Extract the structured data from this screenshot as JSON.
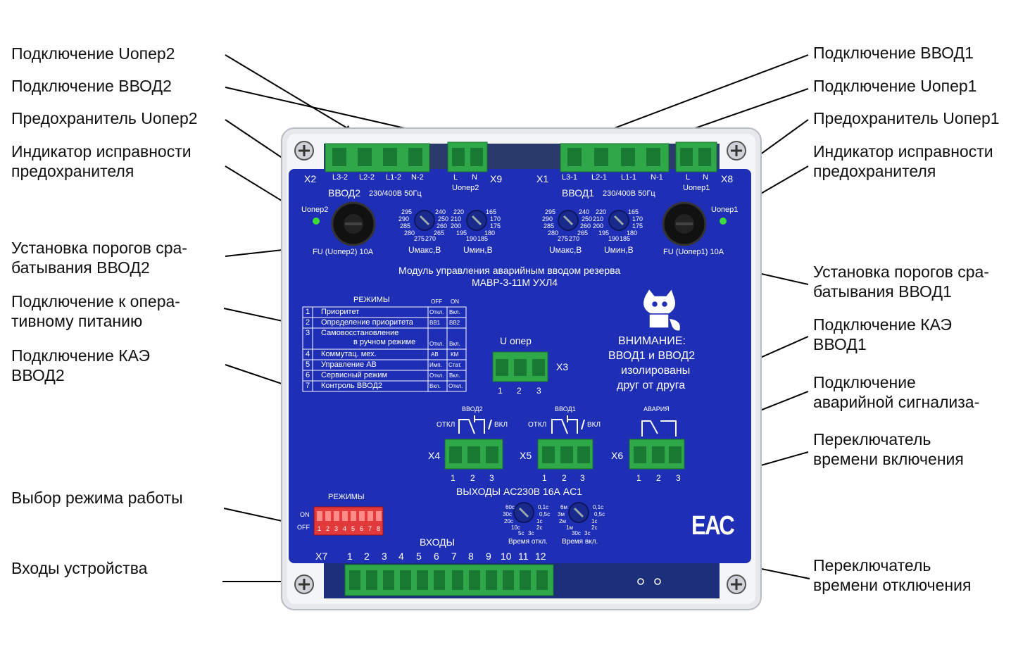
{
  "callouts_left": [
    {
      "id": "conn-uoper2",
      "line1": "Подключение Uопер2",
      "line2": ""
    },
    {
      "id": "conn-vvod2",
      "line1": "Подключение ВВОД2",
      "line2": ""
    },
    {
      "id": "fuse-uoper2",
      "line1": "Предохранитель Uопер2",
      "line2": ""
    },
    {
      "id": "fuse-indicator-2",
      "line1": "Индикатор исправности",
      "line2": "предохранителя"
    },
    {
      "id": "threshold-vvod2",
      "line1": "Установка порогов сра-",
      "line2": "батывания ВВОД2"
    },
    {
      "id": "oper-power",
      "line1": "Подключение к опера-",
      "line2": "тивному питанию"
    },
    {
      "id": "kae-vvod2",
      "line1": "Подключение КАЭ",
      "line2": "ВВОД2"
    },
    {
      "id": "mode-select",
      "line1": "Выбор режима работы",
      "line2": ""
    },
    {
      "id": "device-inputs",
      "line1": "Входы устройства",
      "line2": ""
    }
  ],
  "callouts_right": [
    {
      "id": "conn-vvod1",
      "line1": "Подключение ВВОД1",
      "line2": ""
    },
    {
      "id": "conn-uoper1",
      "line1": "Подключение Uопер1",
      "line2": ""
    },
    {
      "id": "fuse-uoper1",
      "line1": "Предохранитель Uопер1",
      "line2": ""
    },
    {
      "id": "fuse-indicator-1",
      "line1": "Индикатор исправности",
      "line2": "предохранителя"
    },
    {
      "id": "threshold-vvod1",
      "line1": "Установка порогов сра-",
      "line2": "батывания ВВОД1"
    },
    {
      "id": "kae-vvod1",
      "line1": "Подключение КАЭ",
      "line2": "ВВОД1"
    },
    {
      "id": "alarm-conn",
      "line1": "Подключение",
      "line2": "аварийной сигнализа-"
    },
    {
      "id": "on-time-switch",
      "line1": "Переключатель",
      "line2": "времени включения"
    },
    {
      "id": "off-time-switch",
      "line1": "Переключатель",
      "line2": "времени отключения"
    }
  ],
  "panel": {
    "x2": "X2",
    "x2_pins": [
      "L3-2",
      "L2-2",
      "L1-2",
      "N-2"
    ],
    "x9_pins": [
      "L",
      "N"
    ],
    "x9": "X9",
    "uoper2_under": "Uопер2",
    "x1": "X1",
    "x1_pins": [
      "L3-1",
      "L2-1",
      "L1-1",
      "N-1"
    ],
    "x8_pins": [
      "L",
      "N"
    ],
    "x8": "X8",
    "uoper1_under": "Uопер1",
    "vvod2_title": "ВВОД2",
    "vvod2_spec": "230/400В 50Гц",
    "vvod1_title": "ВВОД1",
    "vvod1_spec": "230/400В 50Гц",
    "uoper2_led": "Uопер2",
    "uoper1_led": "Uопер1",
    "fu2": "FU (Uопер2) 10A",
    "fu1": "FU (Uопер1) 10A",
    "umax": "Uмакс,В",
    "umin": "Uмин,В",
    "umax_scale": [
      "295",
      "240",
      "290",
      "250",
      "285",
      "260",
      "280",
      "265",
      "275",
      "270"
    ],
    "umin_scale": [
      "220",
      "165",
      "210",
      "170",
      "200",
      "175",
      "195",
      "180",
      "190",
      "185"
    ],
    "module_line1": "Модуль управления аварийным вводом резерва",
    "module_line2": "МАВР-3-11М УХЛ4",
    "modes_title": "РЕЖИМЫ",
    "off": "OFF",
    "on": "ON",
    "modes": [
      {
        "n": "1",
        "name": "Приоритет",
        "off": "Откл.",
        "on": "Вкл."
      },
      {
        "n": "2",
        "name": "Определение приоритета",
        "off": "ВВ1",
        "on": "ВВ2"
      },
      {
        "n": "3",
        "name": "Самовосстановление",
        "name2": "в ручном режиме",
        "off": "Откл.",
        "on": "Вкл."
      },
      {
        "n": "4",
        "name": "Коммутац. мех.",
        "off": "АВ",
        "on": "КМ"
      },
      {
        "n": "5",
        "name": "Управление АВ",
        "off": "Имп.",
        "on": "Стат."
      },
      {
        "n": "6",
        "name": "Сервисный режим",
        "off": "Откл.",
        "on": "Вкл."
      },
      {
        "n": "7",
        "name": "Контроль ВВОД2",
        "off": "Вкл.",
        "on": "Откл."
      }
    ],
    "u_oper": "U опер",
    "x3": "X3",
    "pins3": [
      "1",
      "2",
      "3"
    ],
    "warning": [
      "ВНИМАНИЕ:",
      "ВВОД1 и ВВОД2",
      "изолированы",
      "друг от друга"
    ],
    "vvod2_small": "ВВОД2",
    "vvod1_small": "ВВОД1",
    "avaria": "АВАРИЯ",
    "otkl": "ОТКЛ",
    "vkl": "ВКЛ",
    "x4": "X4",
    "x5": "X5",
    "x6": "X6",
    "outputs": "ВЫХОДЫ  AC230В 16А  AC1",
    "dip_title": "РЕЖИМЫ",
    "dip_on": "ON",
    "dip_off": "OFF",
    "dip_nums": [
      "1",
      "2",
      "3",
      "4",
      "5",
      "6",
      "7",
      "8"
    ],
    "time_off": "Время откл.",
    "time_on": "Время вкл.",
    "time_off_scale": [
      "60c",
      "0,1c",
      "30c",
      "0,5c",
      "20c",
      "1c",
      "10c",
      "2c",
      "5c",
      "3c"
    ],
    "time_on_scale": [
      "6м",
      "0,1c",
      "3м",
      "0,5c",
      "2м",
      "1c",
      "1м",
      "2c",
      "30c",
      "3c"
    ],
    "eac": "ЕАС",
    "inputs": "ВХОДЫ",
    "x7": "X7",
    "input_pins": [
      "1",
      "2",
      "3",
      "4",
      "5",
      "6",
      "7",
      "8",
      "9",
      "10",
      "11",
      "12"
    ]
  },
  "colors": {
    "panel": "#1f2fb5",
    "housing": "#e4e6ea",
    "connector": "#2fa84a",
    "led": "#3ddc3d",
    "line": "#000000"
  }
}
